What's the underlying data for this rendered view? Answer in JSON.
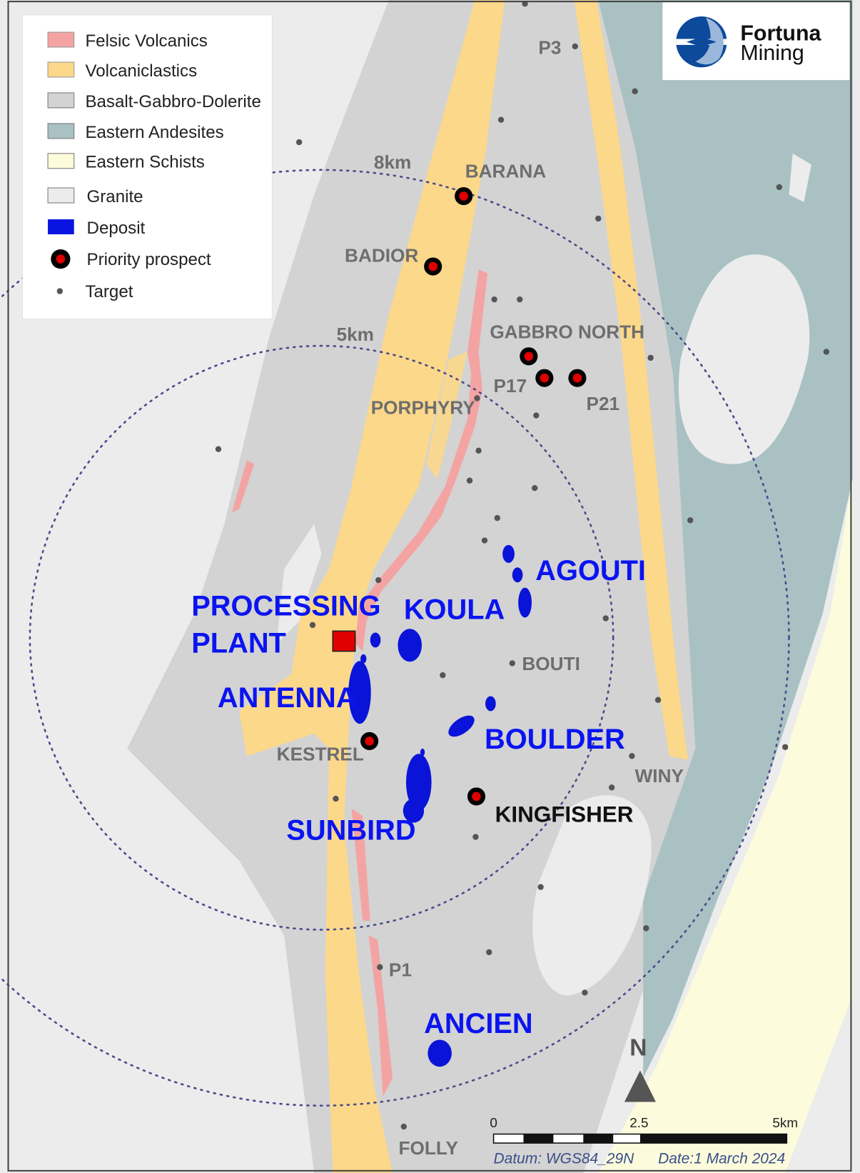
{
  "legend": {
    "items": [
      {
        "label": "Felsic Volcanics",
        "color": "#f4a3a3"
      },
      {
        "label": "Volcaniclastics",
        "color": "#fcd88a"
      },
      {
        "label": "Basalt-Gabbro-Dolerite",
        "color": "#d3d3d3"
      },
      {
        "label": "Eastern Andesites",
        "color": "#a9c1c3"
      },
      {
        "label": "Eastern Schists",
        "color": "#fcfbdc"
      },
      {
        "label": "Granite",
        "color": "#ececec"
      },
      {
        "label": "Deposit",
        "color": "#0a14e0"
      },
      {
        "label": "Priority prospect",
        "color": "#e00000"
      },
      {
        "label": "Target",
        "color": "#555555"
      }
    ]
  },
  "logo": {
    "line1": "Fortuna",
    "line2": "Mining"
  },
  "rings": {
    "inner": "5km",
    "outer": "8km"
  },
  "deposits": [
    "PROCESSING",
    "PLANT",
    "KOULA",
    "AGOUTI",
    "ANTENNA",
    "BOULDER",
    "SUNBIRD",
    "ANCIEN"
  ],
  "prospects": [
    "BARANA",
    "BADIOR",
    "GABBRO NORTH",
    "P17",
    "P21",
    "KESTREL",
    "KINGFISHER"
  ],
  "targets": [
    "P3",
    "PORPHYRY",
    "BOUTI",
    "WINY",
    "P1",
    "FOLLY"
  ],
  "north": "N",
  "scale": {
    "ticks": [
      "0",
      "2.5",
      "5km"
    ]
  },
  "footer": {
    "datum": "Datum: WGS84_29N",
    "date": "Date:1 March 2024"
  }
}
